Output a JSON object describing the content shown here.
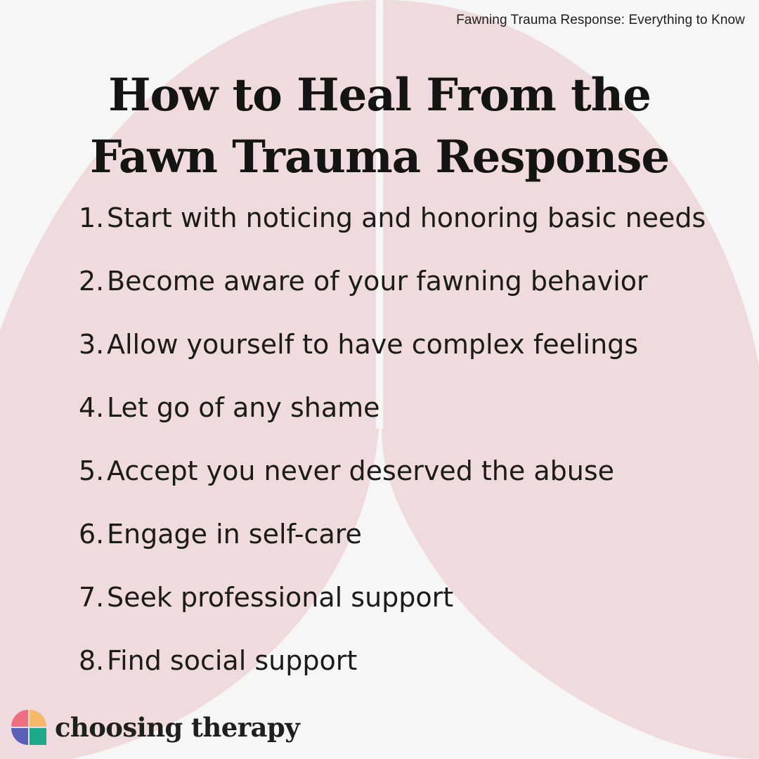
{
  "source_caption": "Fawning Trauma Response: Everything to Know",
  "title": {
    "line1": "How to Heal From the",
    "line2": "Fawn Trauma Response"
  },
  "steps": [
    {
      "number": "1.",
      "text": "Start with noticing and honoring basic needs"
    },
    {
      "number": "2.",
      "text": "Become aware of your fawning behavior"
    },
    {
      "number": "3.",
      "text": "Allow yourself to have complex feelings"
    },
    {
      "number": "4.",
      "text": "Let go of any shame"
    },
    {
      "number": "5.",
      "text": "Accept you never deserved the abuse"
    },
    {
      "number": "6.",
      "text": "Engage in self-care"
    },
    {
      "number": "7.",
      "text": "Seek professional support"
    },
    {
      "number": "8.",
      "text": "Find social support"
    }
  ],
  "brand": {
    "name": "choosing therapy",
    "logo_colors": [
      "#ef6f82",
      "#f6b96a",
      "#5a5fb7",
      "#1ea88a"
    ]
  },
  "colors": {
    "background": "#f6f6f6",
    "shape_fill": "#efdadf",
    "divider": "#ffffff",
    "text": "#141414"
  }
}
